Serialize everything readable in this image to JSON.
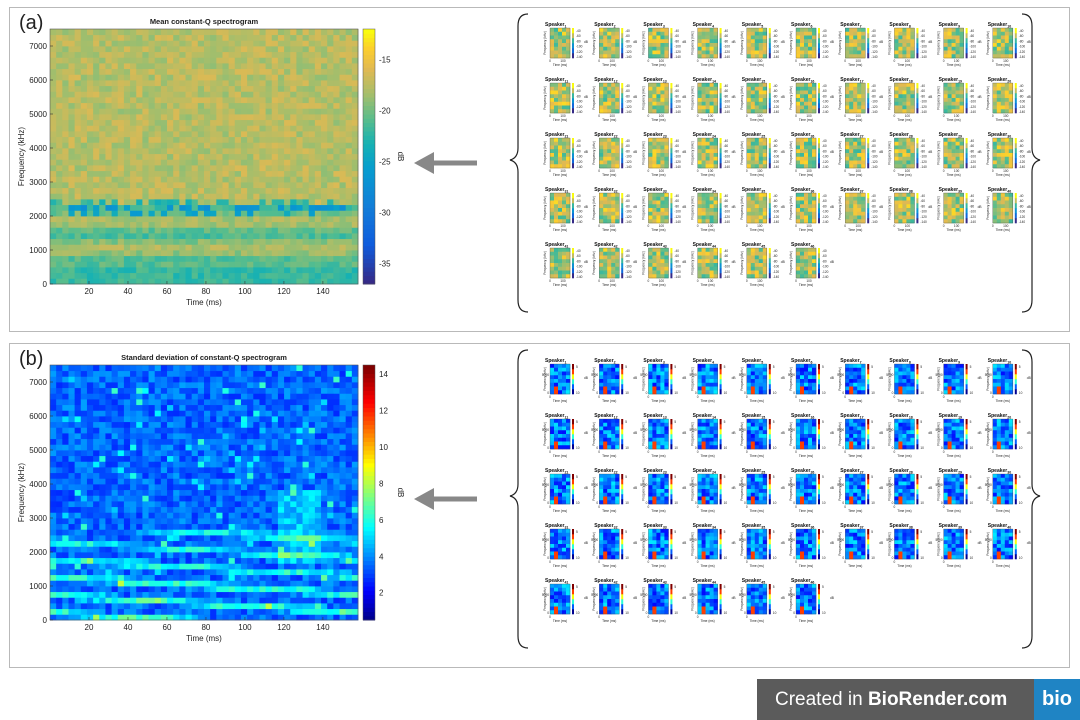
{
  "panels": [
    {
      "label": "(a)",
      "chart_data": {
        "type": "heatmap",
        "title": "Mean constant-Q spectrogram",
        "xlabel": "Time (ms)",
        "ylabel": "Frequency (kHz)",
        "xticks": [
          20,
          40,
          60,
          80,
          100,
          120,
          140
        ],
        "yticks": [
          0,
          1000,
          2000,
          3000,
          4000,
          5000,
          6000,
          7000
        ],
        "xlim": [
          0,
          158
        ],
        "ylim": [
          0,
          7500
        ],
        "colorbar": {
          "label": "dB",
          "ticks": [
            -35,
            -30,
            -25,
            -20,
            -15
          ],
          "range": [
            -37,
            -12
          ],
          "colormap": "parula"
        },
        "thumbnails": {
          "title_prefix": "Speaker",
          "count": 46,
          "xlabel": "Time (ms)",
          "ylabel": "Frequency (kHz)",
          "xticks": [
            "0",
            "100"
          ],
          "colorbar_label": "dB",
          "colorbar_ticks": [
            "-40",
            "-60",
            "-80",
            "-100",
            "-120",
            "-140"
          ]
        }
      }
    },
    {
      "label": "(b)",
      "chart_data": {
        "type": "heatmap",
        "title": "Standard deviation of constant-Q spectrogram",
        "xlabel": "Time (ms)",
        "ylabel": "Frequency (kHz)",
        "xticks": [
          20,
          40,
          60,
          80,
          100,
          120,
          140
        ],
        "yticks": [
          0,
          1000,
          2000,
          3000,
          4000,
          5000,
          6000,
          7000
        ],
        "xlim": [
          0,
          158
        ],
        "ylim": [
          0,
          7500
        ],
        "colorbar": {
          "label": "dB",
          "ticks": [
            2,
            4,
            6,
            8,
            10,
            12,
            14
          ],
          "range": [
            0.5,
            14.5
          ],
          "colormap": "jet"
        },
        "thumbnails": {
          "title_prefix": "Speaker",
          "count": 46,
          "xlabel": "Time (ms)",
          "ylabel": "Frequency (kHz)",
          "xticks": [
            "0"
          ],
          "yticks": [
            "0",
            "5000"
          ],
          "colorbar_label": "dB",
          "colorbar_ticks": [
            "5",
            "10"
          ]
        }
      }
    }
  ],
  "footer": {
    "brand_prefix": "Created in ",
    "brand_name": "BioRender.com",
    "logo_text": "bio"
  }
}
